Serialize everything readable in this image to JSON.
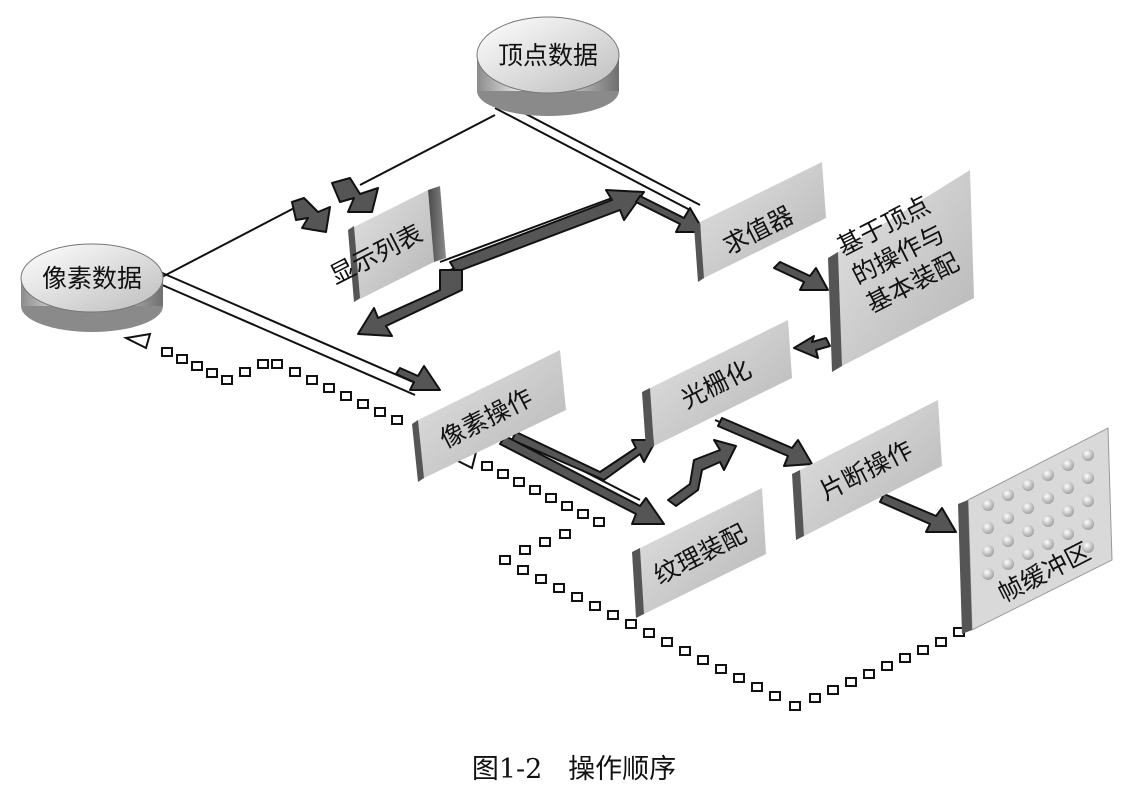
{
  "nodes": {
    "vertex_data": "顶点数据",
    "pixel_data": "像素数据",
    "display_list": "显示列表",
    "evaluator": "求值器",
    "per_vertex_line1": "基于顶点",
    "per_vertex_line2": "的操作与",
    "per_vertex_line3": "基本装配",
    "pixel_operations": "像素操作",
    "rasterization": "光栅化",
    "texture_assembly": "纹理装配",
    "fragment_operations": "片断操作",
    "framebuffer": "帧缓冲区"
  },
  "caption": "图1-2   操作顺序",
  "colors": {
    "box_face": "#c9c9c9",
    "box_side": "#6a6a6a",
    "arrow_fill": "#555555",
    "outline": "#111111",
    "background": "#ffffff"
  }
}
